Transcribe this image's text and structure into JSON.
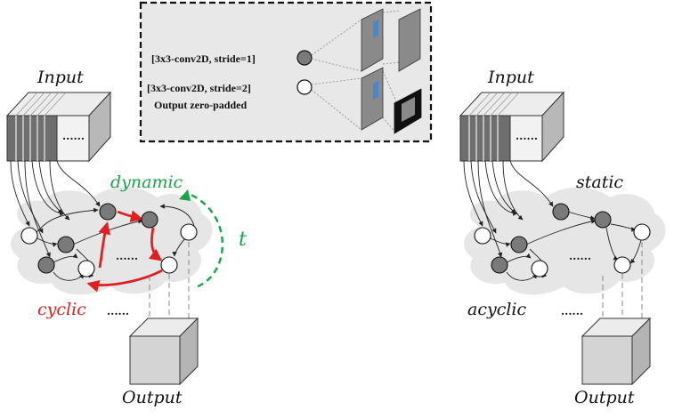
{
  "legend": {
    "stride1_label": "[3x3-conv2D, stride=1]",
    "stride2_label": "[3x3-conv2D, stride=2]",
    "stride2_note": "Output zero-padded"
  },
  "left_panel": {
    "input_label": "Input",
    "output_label": "Output",
    "mode_label": "dynamic",
    "time_label": "t",
    "cycle_label": "cyclic",
    "input_dots": "......",
    "graph_dots": "......",
    "output_dots": "......"
  },
  "right_panel": {
    "input_label": "Input",
    "output_label": "Output",
    "mode_label": "static",
    "cycle_label": "acyclic",
    "input_dots": "......",
    "graph_dots": "......",
    "output_dots": "......"
  },
  "colors": {
    "cloud": "#e6e6e6",
    "node_dark": "#7a7a7a",
    "node_light": "#ffffff",
    "cyclic_red": "#e02020",
    "dynamic_green": "#1aa34a",
    "conv_blue": "#4a86c8",
    "legend_bg": "#e8e8e8"
  }
}
